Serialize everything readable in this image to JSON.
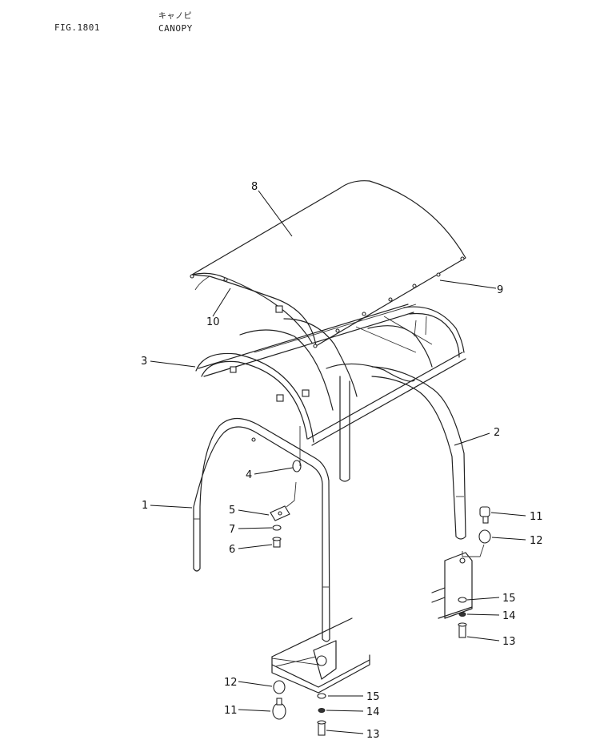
{
  "header": {
    "fig_label": "FIG.1801",
    "title_jp": "キャノピ",
    "title_en": "CANOPY"
  },
  "callouts": [
    "1",
    "2",
    "3",
    "4",
    "5",
    "6",
    "7",
    "8",
    "9",
    "10",
    "11",
    "12",
    "13",
    "14",
    "15",
    "11",
    "12",
    "13",
    "14",
    "15"
  ]
}
